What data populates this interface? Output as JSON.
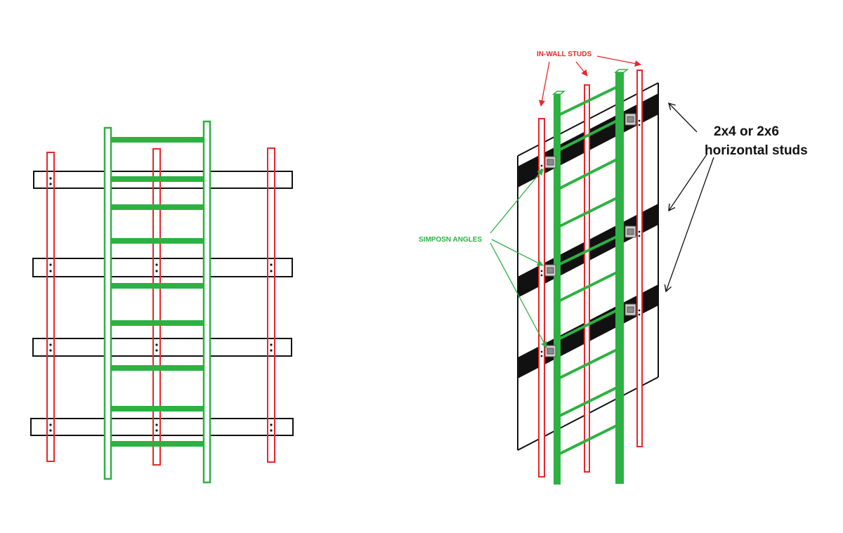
{
  "colors": {
    "stud_red": "#e8262b",
    "ladder_green": "#2db142",
    "outline_black": "#111111",
    "bracket_gray": "#9a9a9a"
  },
  "labels": {
    "in_wall_studs": "IN-WALL STUDS",
    "simpson_angles": "SIMPOSN ANGLES",
    "horizontal_studs_line1": "2x4 or 2x6",
    "horizontal_studs_line2": "horizontal studs"
  },
  "icons": {
    "screw_dots": "screw-dots-icon",
    "angle_bracket": "simpson-angle-icon"
  }
}
